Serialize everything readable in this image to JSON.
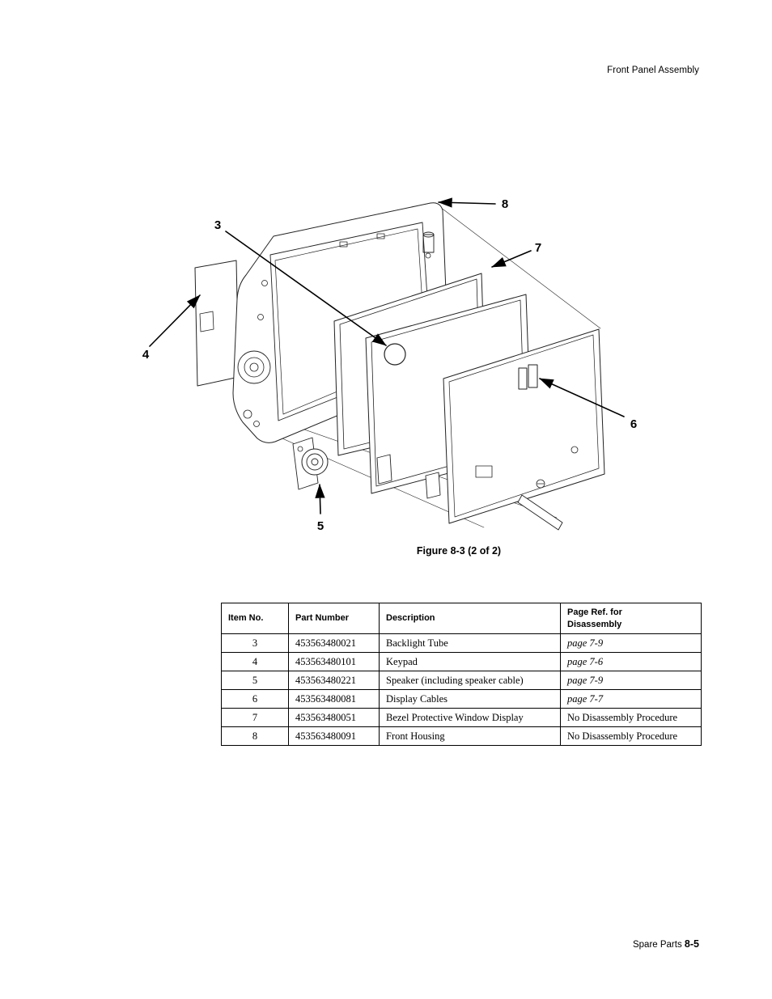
{
  "page": {
    "header": "Front Panel Assembly",
    "figure_caption": "Figure 8-3 (2 of 2)",
    "footer_label": "Spare Parts",
    "footer_page": "8-5"
  },
  "figure": {
    "callouts": [
      {
        "label": "3"
      },
      {
        "label": "4"
      },
      {
        "label": "5"
      },
      {
        "label": "6"
      },
      {
        "label": "7"
      },
      {
        "label": "8"
      }
    ]
  },
  "table": {
    "headers": {
      "item": "Item No.",
      "part": "Part Number",
      "desc": "Description",
      "ref": "Page Ref. for\nDisassembly"
    },
    "rows": [
      {
        "item": "3",
        "part": "453563480021",
        "desc": "Backlight Tube",
        "ref": "page 7-9"
      },
      {
        "item": "4",
        "part": "453563480101",
        "desc": "Keypad",
        "ref": "page 7-6"
      },
      {
        "item": "5",
        "part": "453563480221",
        "desc": "Speaker (including speaker cable)",
        "ref": "page 7-9"
      },
      {
        "item": "6",
        "part": "453563480081",
        "desc": "Display Cables",
        "ref": "page 7-7"
      },
      {
        "item": "7",
        "part": "453563480051",
        "desc": "Bezel Protective Window Display",
        "ref": "No Disassembly Procedure"
      },
      {
        "item": "8",
        "part": "453563480091",
        "desc": "Front Housing",
        "ref": "No Disassembly Procedure"
      }
    ]
  }
}
